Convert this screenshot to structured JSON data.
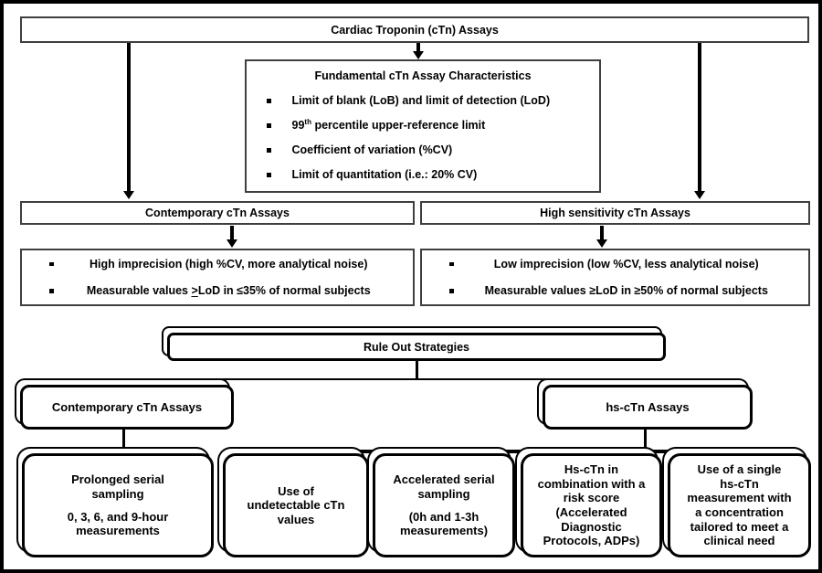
{
  "colors": {
    "line": "#000000",
    "box_border": "#3f3f3f",
    "background": "#ffffff"
  },
  "title": "Cardiac Troponin (cTn) Assays",
  "fundamental": {
    "title": "Fundamental cTn Assay Characteristics",
    "bullets": [
      {
        "pre": "Limit of blank (LoB) and limit of detection (LoD)",
        "sup": "",
        "rest": ""
      },
      {
        "pre": "99",
        "sup": "th",
        "rest": " percentile upper-reference limit"
      },
      {
        "pre": "Coefficient of variation (%CV)",
        "sup": "",
        "rest": ""
      },
      {
        "pre": "Limit of quantitation (i.e.: 20% CV)",
        "sup": "",
        "rest": ""
      }
    ]
  },
  "contemporary": {
    "header": "Contemporary cTn Assays",
    "bullets": [
      {
        "pre": "High imprecision (high %CV, more analytical noise)",
        "u": "",
        "rest": ""
      },
      {
        "pre": "Measurable values ",
        "u": ">",
        "rest": "LoD in ≤35% of normal subjects"
      }
    ]
  },
  "high_sensitivity": {
    "header": "High sensitivity cTn Assays",
    "bullets": [
      {
        "pre": "Low imprecision (low %CV, less analytical noise)",
        "u": "",
        "rest": ""
      },
      {
        "pre": "Measurable values ≥LoD in ≥50% of normal subjects",
        "u": "",
        "rest": ""
      }
    ]
  },
  "rule_out": {
    "title": "Rule Out Strategies",
    "contemporary_header": "Contemporary cTn Assays",
    "hs_header": "hs-cTn Assays",
    "strategies": [
      {
        "para1": "Prolonged serial\nsampling",
        "para2": "0, 3, 6, and 9-hour\nmeasurements"
      },
      {
        "para1": "Use of\nundetectable cTn\nvalues",
        "para2": ""
      },
      {
        "para1": "Accelerated serial\nsampling",
        "para2": "(0h and 1-3h\nmeasurements)"
      },
      {
        "para1": "Hs-cTn in\ncombination with a\nrisk score\n(Accelerated\nDiagnostic\nProtocols, ADPs)",
        "para2": ""
      },
      {
        "para1": "Use of a single\nhs-cTn\nmeasurement with\na concentration\ntailored to meet a\nclinical need",
        "para2": ""
      }
    ]
  }
}
